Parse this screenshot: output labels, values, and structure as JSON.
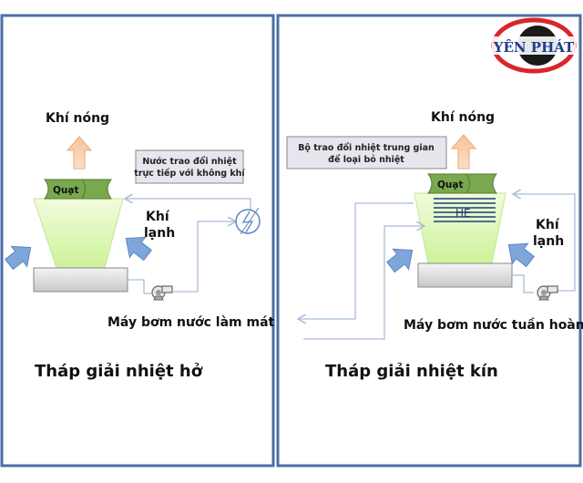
{
  "logo": {
    "text": "YÊN PHÁT"
  },
  "open_tower": {
    "hot_air": "Khí nóng",
    "note_line1": "Nước trao đổi nhiệt",
    "note_line2": "trực tiếp với không khí",
    "fan": "Quạt",
    "cold_air_line1": "Khí",
    "cold_air_line2": "lạnh",
    "pump": "Máy bơm nước làm mát",
    "title": "Tháp giải nhiệt hở"
  },
  "closed_tower": {
    "hot_air": "Khí nóng",
    "note_line1": "Bộ trao đổi nhiệt trung gian",
    "note_line2": "để loại bỏ nhiệt",
    "fan": "Quạt",
    "heat_exchanger": "HE",
    "cold_air_line1": "Khí",
    "cold_air_line2": "lạnh",
    "pump": "Máy bơm nước tuần hoàn",
    "title": "Tháp giải nhiệt kín"
  },
  "colors": {
    "border": "#4a6fa5",
    "fan": "#7aa84f",
    "tower": "#e6f9c4",
    "hot_arrow": "#f7b98a",
    "cold_arrow": "#7fa6d9"
  }
}
